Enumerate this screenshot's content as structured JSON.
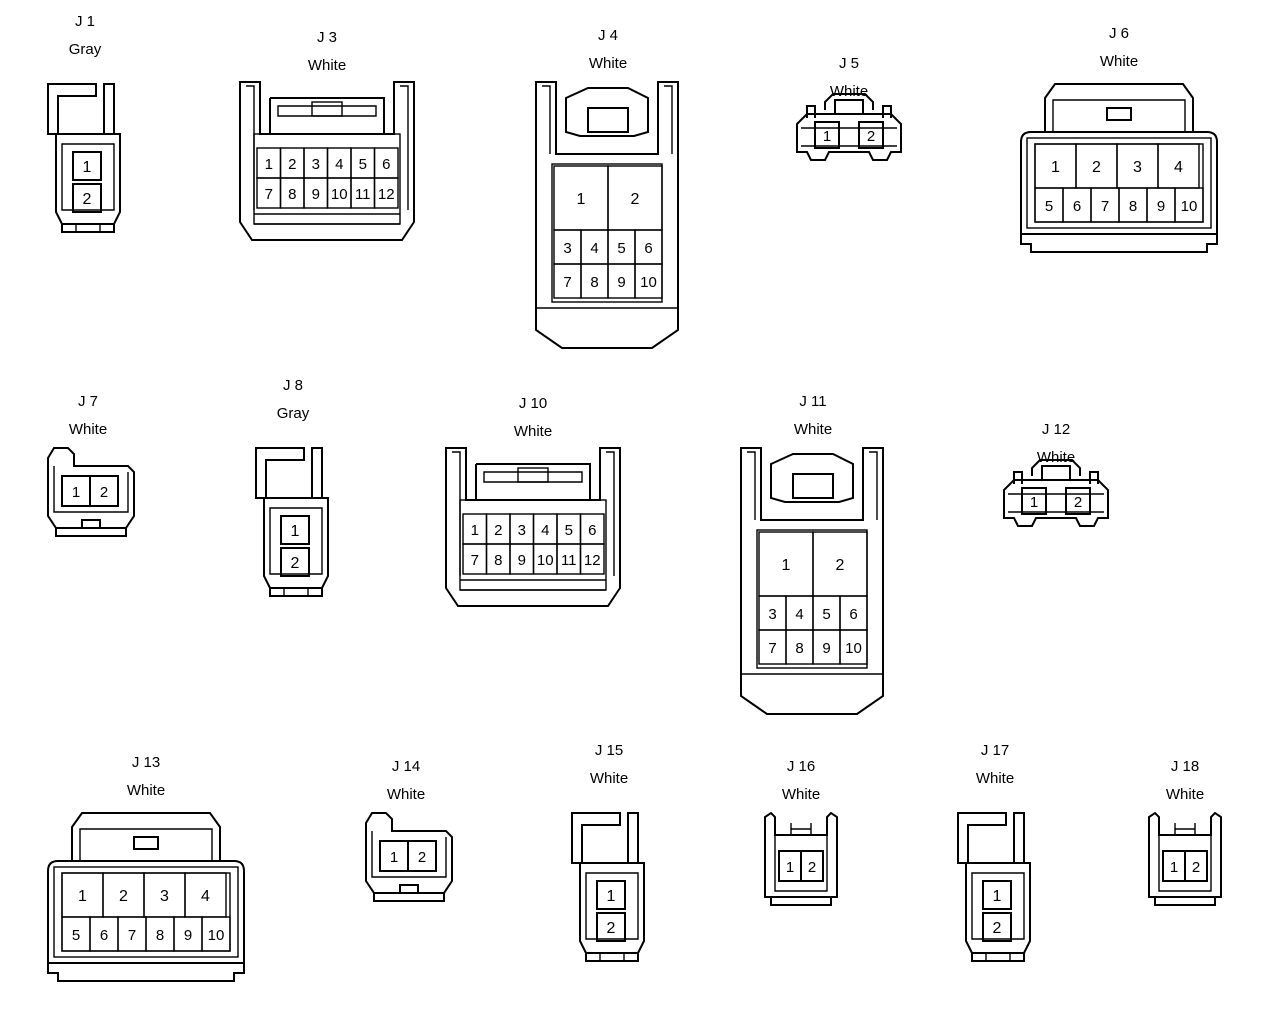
{
  "connectors": [
    {
      "id": "J 1",
      "color": "Gray",
      "pins": [
        "1",
        "2"
      ]
    },
    {
      "id": "J 3",
      "color": "White",
      "pins": [
        "1",
        "2",
        "3",
        "4",
        "5",
        "6",
        "7",
        "8",
        "9",
        "10",
        "11",
        "12"
      ]
    },
    {
      "id": "J 4",
      "color": "White",
      "pins": [
        "1",
        "2",
        "3",
        "4",
        "5",
        "6",
        "7",
        "8",
        "9",
        "10"
      ]
    },
    {
      "id": "J 5",
      "color": "White",
      "pins": [
        "1",
        "2"
      ]
    },
    {
      "id": "J 6",
      "color": "White",
      "pins": [
        "1",
        "2",
        "3",
        "4",
        "5",
        "6",
        "7",
        "8",
        "9",
        "10"
      ]
    },
    {
      "id": "J 7",
      "color": "White",
      "pins": [
        "1",
        "2"
      ]
    },
    {
      "id": "J 8",
      "color": "Gray",
      "pins": [
        "1",
        "2"
      ]
    },
    {
      "id": "J 10",
      "color": "White",
      "pins": [
        "1",
        "2",
        "3",
        "4",
        "5",
        "6",
        "7",
        "8",
        "9",
        "10",
        "11",
        "12"
      ]
    },
    {
      "id": "J 11",
      "color": "White",
      "pins": [
        "1",
        "2",
        "3",
        "4",
        "5",
        "6",
        "7",
        "8",
        "9",
        "10"
      ]
    },
    {
      "id": "J 12",
      "color": "White",
      "pins": [
        "1",
        "2"
      ]
    },
    {
      "id": "J 13",
      "color": "White",
      "pins": [
        "1",
        "2",
        "3",
        "4",
        "5",
        "6",
        "7",
        "8",
        "9",
        "10"
      ]
    },
    {
      "id": "J 14",
      "color": "White",
      "pins": [
        "1",
        "2"
      ]
    },
    {
      "id": "J 15",
      "color": "White",
      "pins": [
        "1",
        "2"
      ]
    },
    {
      "id": "J 16",
      "color": "White",
      "pins": [
        "1",
        "2"
      ]
    },
    {
      "id": "J 17",
      "color": "White",
      "pins": [
        "1",
        "2"
      ]
    },
    {
      "id": "J 18",
      "color": "White",
      "pins": [
        "1",
        "2"
      ]
    }
  ]
}
